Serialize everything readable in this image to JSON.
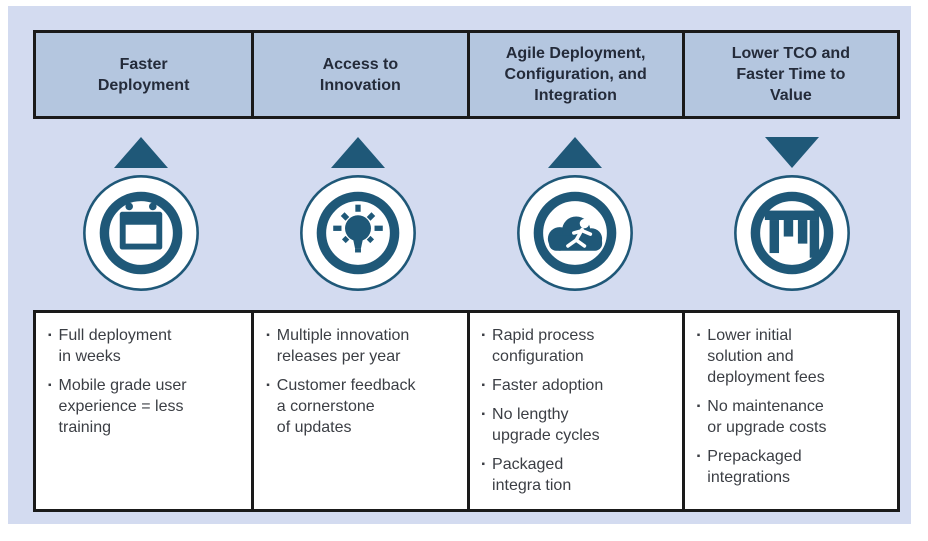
{
  "bullet_char": "▪",
  "colors": {
    "accent_blue": "#1F5878",
    "panel_background": "#D3DBF0",
    "header_fill": "#B4C6DF",
    "border": "#1A1A1A",
    "header_text": "#242B3A",
    "body_text": "#3B3E44"
  },
  "columns": [
    {
      "header": "Faster\nDeployment",
      "arrow": "up",
      "icon": "calendar-icon",
      "bullets": [
        "Full deployment\nin weeks",
        "Mobile grade user\nexperience = less\ntraining"
      ]
    },
    {
      "header": "Access to\nInnovation",
      "arrow": "up",
      "icon": "lightbulb-icon",
      "bullets": [
        "Multiple innovation\nreleases per year",
        "Customer feedback\na cornerstone\nof updates"
      ]
    },
    {
      "header": "Agile Deployment,\nConfiguration, and\nIntegration",
      "arrow": "up",
      "icon": "cloud-runner-icon",
      "bullets": [
        "Rapid process\nconfiguration",
        "Faster adoption",
        "No lengthy\nupgrade cycles",
        "Packaged\nintegra tion"
      ]
    },
    {
      "header": "Lower TCO and\nFaster Time to\nValue",
      "arrow": "down",
      "icon": "hanging-bars-icon",
      "bullets": [
        "Lower initial\nsolution and\ndeployment fees",
        "No maintenance\nor upgrade costs",
        "Prepackaged\nintegrations"
      ]
    }
  ]
}
